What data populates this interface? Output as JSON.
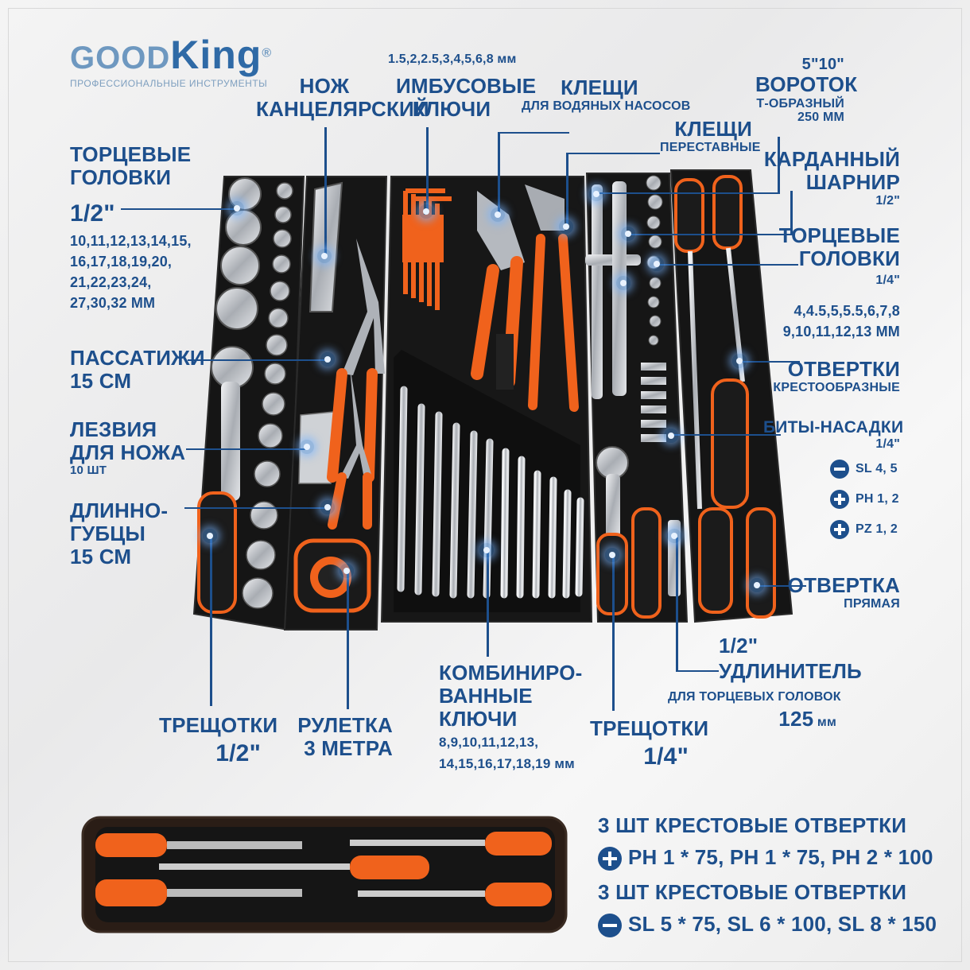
{
  "brand": {
    "logo_good": "GOOD",
    "logo_king": "King",
    "logo_reg": "®",
    "tagline": "ПРОФЕССИОНАЛЬНЫЕ ИНСТРУМЕНТЫ"
  },
  "labels": {
    "socket_half_title": "ТОРЦЕВЫЕ ГОЛОВКИ",
    "socket_half_size": "1/2\"",
    "socket_half_list1": "10,11,12,13,14,15,",
    "socket_half_list2": "16,17,18,19,20,",
    "socket_half_list3": "21,22,23,24,",
    "socket_half_list4": "27,30,32 ММ",
    "pliers_title": "ПАССАТИЖИ",
    "pliers_size": "15 СМ",
    "blades_title1": "ЛЕЗВИЯ",
    "blades_title2": "ДЛЯ НОЖА",
    "blades_count": "10 ШТ",
    "longnose_title1": "ДЛИННО-",
    "longnose_title2": "ГУБЦЫ",
    "longnose_size": "15 СМ",
    "knife_title1": "НОЖ",
    "knife_title2": "КАНЦЕЛЯРСКИЙ",
    "hex_sizes": "1.5,2,2.5,3,4,5,6,8 мм",
    "hex_title1": "ИМБУСОВЫЕ",
    "hex_title2": "КЛЮЧИ",
    "water_title": "КЛЕЩИ",
    "water_sub": "ДЛЯ ВОДЯНЫХ НАСОСОВ",
    "adj_title": "КЛЕЩИ",
    "adj_sub": "ПЕРЕСТАВНЫЕ",
    "tbar_size": "5\"10\"",
    "tbar_title": "ВОРОТОК",
    "tbar_sub": "Т-ОБРАЗНЫЙ",
    "tbar_len": "250 ММ",
    "ujoint_title1": "КАРДАННЫЙ",
    "ujoint_title2": "ШАРНИР",
    "ujoint_size": "1/2\"",
    "socket_q_title1": "ТОРЦЕВЫЕ",
    "socket_q_title2": "ГОЛОВКИ",
    "socket_q_size": "1/4\"",
    "socket_q_list1": "4,4.5,5,5.5,6,7,8",
    "socket_q_list2": "9,10,11,12,13 ММ",
    "phillips_title": "ОТВЕРТКИ",
    "phillips_sub": "КРЕСТООБРАЗНЫЕ",
    "bits_title": "БИТЫ-НАСАДКИ",
    "bits_size": "1/4\"",
    "bits_sl": "SL 4, 5",
    "bits_ph": "PH 1, 2",
    "bits_pz": "PZ 1, 2",
    "flat_title": "ОТВЕРТКА",
    "flat_sub": "ПРЯМАЯ",
    "ext_size": "1/2\"",
    "ext_title": "УДЛИНИТЕЛЬ",
    "ext_sub": "ДЛЯ ТОРЦЕВЫХ ГОЛОВОК",
    "ext_len_num": "125",
    "ext_len_unit": "мм",
    "ratchet_half_title": "ТРЕЩОТКИ",
    "ratchet_half_size": "1/2\"",
    "tape_title1": "РУЛЕТКА",
    "tape_title2": "3 МЕТРА",
    "combo_title1": "КОМБИНИРО-",
    "combo_title2": "ВАННЫЕ",
    "combo_title3": "КЛЮЧИ",
    "combo_list1": "8,9,10,11,12,13,",
    "combo_list2": "14,15,16,17,18,19 мм",
    "ratchet_q_title": "ТРЕЩОТКИ",
    "ratchet_q_size": "1/4\"",
    "bottom_title1": "3 ШТ КРЕСТОВЫЕ ОТВЕРТКИ",
    "bottom_ph": "PH 1 * 75, PH 1 * 75, PH 2 * 100",
    "bottom_title2": "3 ШТ КРЕСТОВЫЕ ОТВЕРТКИ",
    "bottom_sl": "SL 5 * 75, SL 6 * 100, SL 8 * 150"
  },
  "icons": [
    "slotted-icon",
    "phillips-icon",
    "pozidriv-icon"
  ],
  "colors": {
    "text": "#1d4f8c",
    "tray": "#141414",
    "orange": "#f0621c",
    "chrome": "#c9ccd0"
  }
}
